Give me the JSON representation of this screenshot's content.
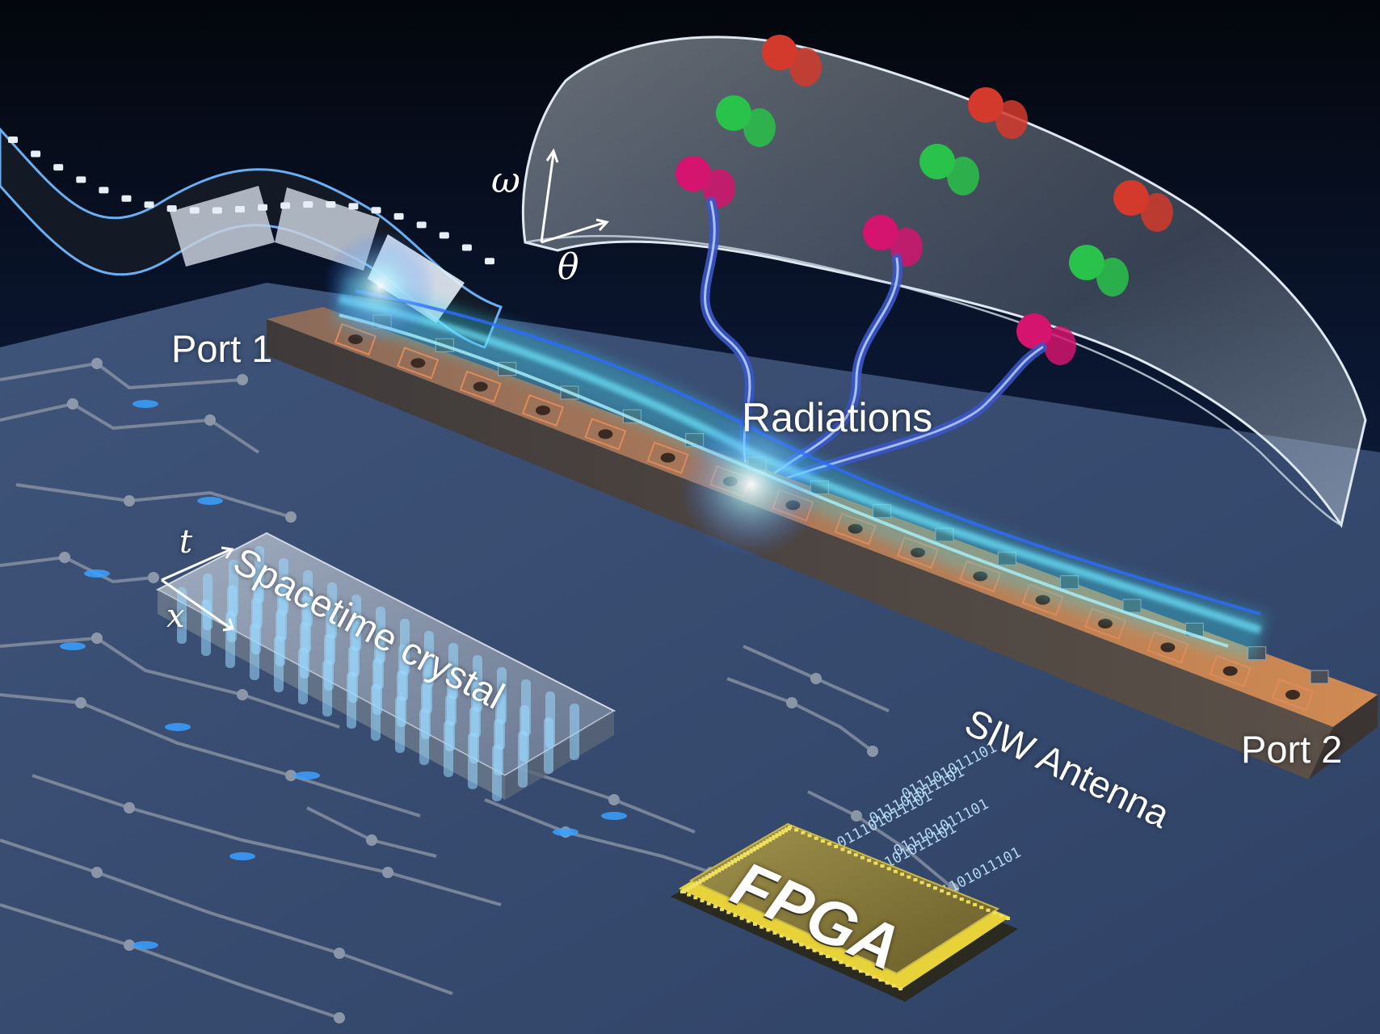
{
  "figure": {
    "labels": {
      "port1": "Port 1",
      "port2": "Port 2",
      "radiations": "Radiations",
      "spacetime_crystal": "Spacetime crystal",
      "siw_antenna": "SIW Antenna",
      "fpga": "FPGA",
      "axis_omega": "ω",
      "axis_theta": "θ",
      "axis_t": "t",
      "axis_x": "x"
    },
    "binary_stream": "011101011101011101011101",
    "colors": {
      "background_top": "#03060c",
      "background_board": "#34486e",
      "antenna_top": "#c07a4a",
      "antenna_side": "#4a4a4a",
      "glow_cyan": "#39d2e6",
      "glow_blue": "#2d6bff",
      "dot_red": "#d33a2c",
      "dot_green": "#29c24a",
      "dot_magenta": "#d4146e",
      "fpga_body": "#8a7a3a",
      "fpga_pins": "#e8d23a",
      "trace_gray": "#8f98a6"
    },
    "radiation_pattern_dots": {
      "red": 3,
      "green": 3,
      "magenta": 3
    }
  }
}
